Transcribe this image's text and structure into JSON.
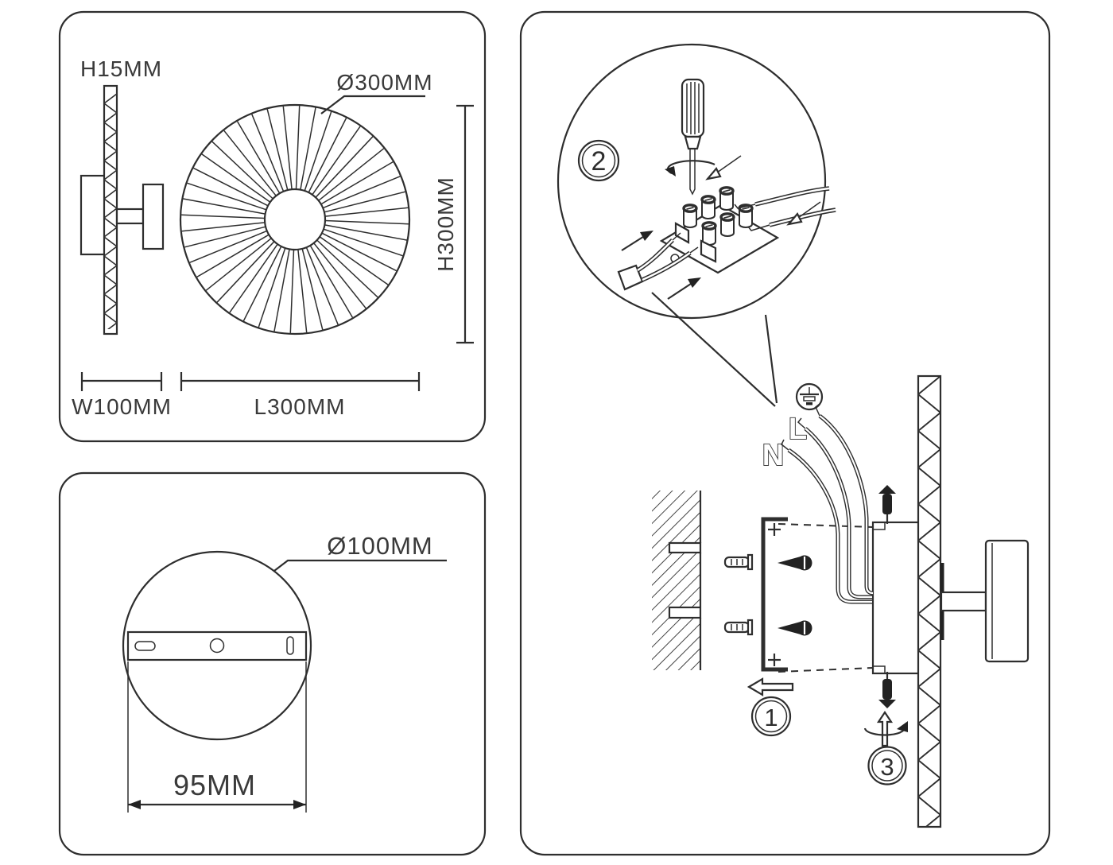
{
  "sheet": {
    "dimension_panel": {
      "side_height_label": "H15MM",
      "diameter_label": "Ø300MM",
      "front_height_label": "H300MM",
      "width_label": "W100MM",
      "length_label": "L300MM"
    },
    "plate_panel": {
      "diameter_label": "Ø100MM",
      "spacing_label": "95MM"
    },
    "install_panel": {
      "steps": [
        {
          "number": "1"
        },
        {
          "number": "2"
        },
        {
          "number": "3"
        }
      ],
      "wire_labels": {
        "live": "L",
        "neutral": "N"
      }
    },
    "colors": {
      "line": "#2e2e2e",
      "background": "#ffffff"
    }
  }
}
